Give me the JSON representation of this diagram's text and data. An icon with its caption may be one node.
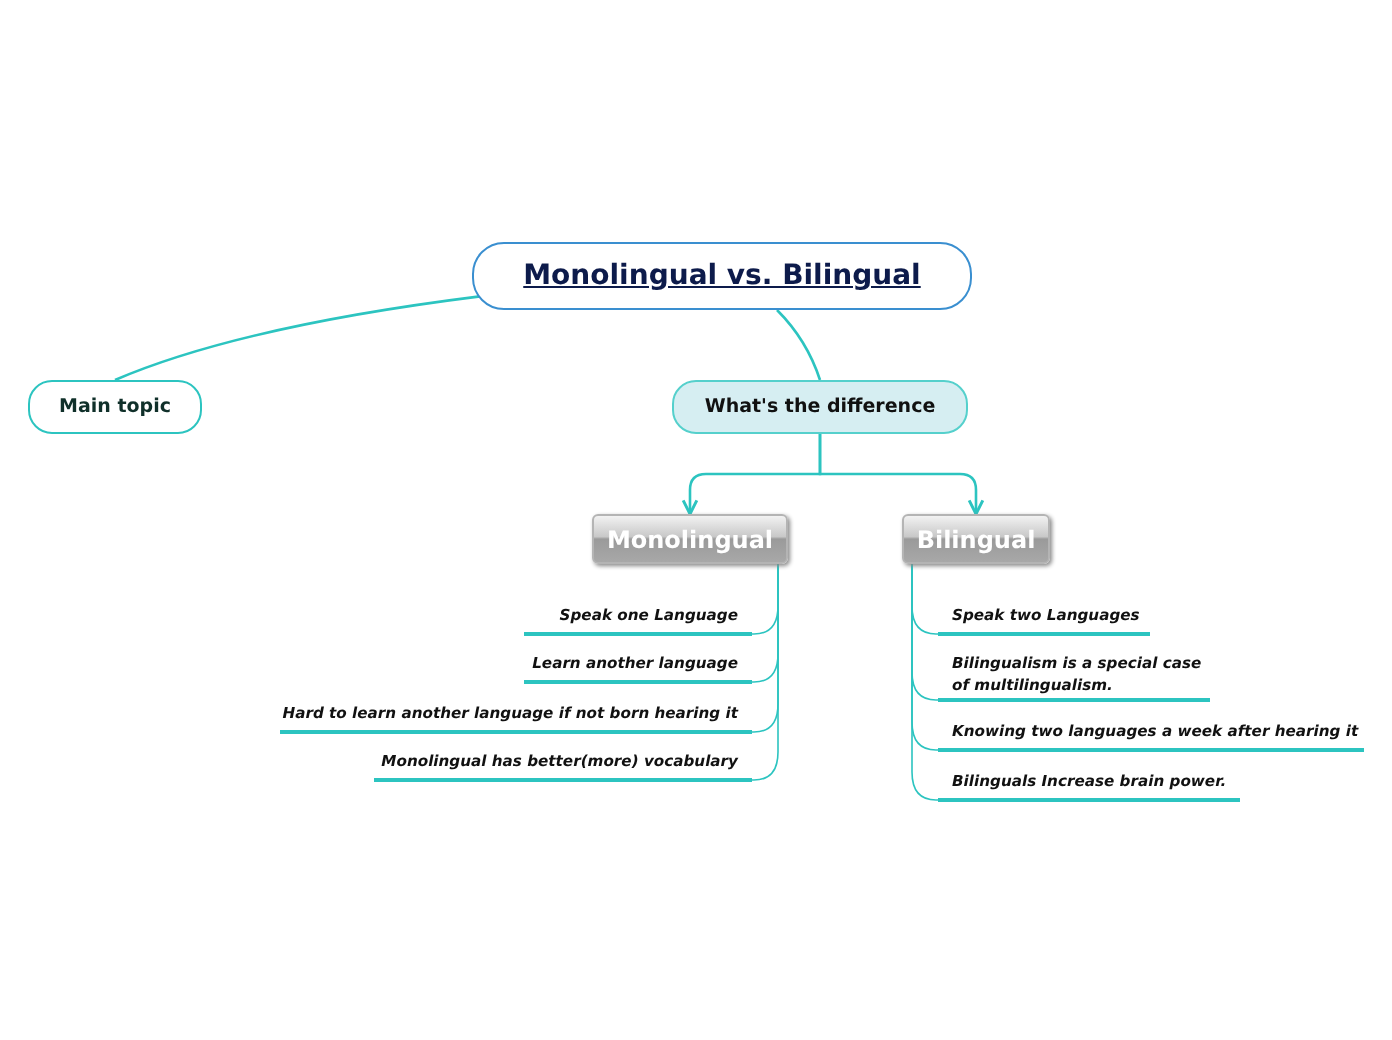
{
  "diagram": {
    "nodes": [
      {
        "text": [
          "Monolingual vs. Bilingual"
        ]
      },
      {
        "text": [
          "Main topic"
        ]
      },
      {
        "text": [
          "What's the difference"
        ]
      },
      {
        "text": [
          "Monolingual"
        ]
      },
      {
        "text": [
          "Bilingual"
        ]
      },
      {
        "text": [
          "Speak one Language"
        ]
      },
      {
        "text": [
          "Learn another language"
        ]
      },
      {
        "text": [
          "Hard to learn another language if not born hearing it"
        ]
      },
      {
        "text": [
          "Monolingual has better(more) vocabulary"
        ]
      },
      {
        "text": [
          "Speak two Languages"
        ]
      },
      {
        "text": [
          "Bilingualism is a special case of multilingualism."
        ]
      },
      {
        "text": [
          "Knowing two languages a week after hearing it"
        ]
      },
      {
        "text": [
          "Bilinguals Increase brain power."
        ]
      }
    ],
    "edges": [
      {
        "from": 0,
        "to": 1,
        "arrow": "none"
      },
      {
        "from": 0,
        "to": 2,
        "arrow": "none"
      },
      {
        "from": 2,
        "to": 3,
        "arrow": "to"
      },
      {
        "from": 2,
        "to": 4,
        "arrow": "to"
      },
      {
        "from": 3,
        "to": 5,
        "arrow": "none"
      },
      {
        "from": 3,
        "to": 6,
        "arrow": "none"
      },
      {
        "from": 3,
        "to": 7,
        "arrow": "none"
      },
      {
        "from": 3,
        "to": 8,
        "arrow": "none"
      },
      {
        "from": 4,
        "to": 9,
        "arrow": "none"
      },
      {
        "from": 4,
        "to": 10,
        "arrow": "none"
      },
      {
        "from": 4,
        "to": 11,
        "arrow": "none"
      },
      {
        "from": 4,
        "to": 12,
        "arrow": "none"
      }
    ]
  }
}
